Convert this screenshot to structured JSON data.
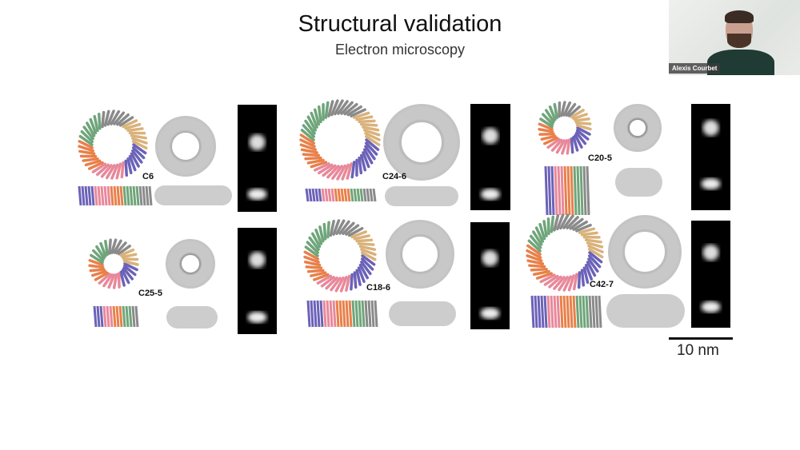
{
  "slide": {
    "title": "Structural validation",
    "subtitle": "Electron microscopy",
    "panels": [
      {
        "label": "C6"
      },
      {
        "label": "C24-6"
      },
      {
        "label": "C20-5"
      },
      {
        "label": "C25-5"
      },
      {
        "label": "C18-6"
      },
      {
        "label": "C42-7"
      }
    ],
    "scale_bar": "10 nm"
  },
  "webcam": {
    "participant_name": "Alexis Courbet"
  },
  "colors": {
    "purple": "#6b62b8",
    "orange": "#e8804a",
    "pink": "#e8889a",
    "green": "#6fa57a",
    "gray": "#8a8a8a",
    "tan": "#d9b27a"
  }
}
